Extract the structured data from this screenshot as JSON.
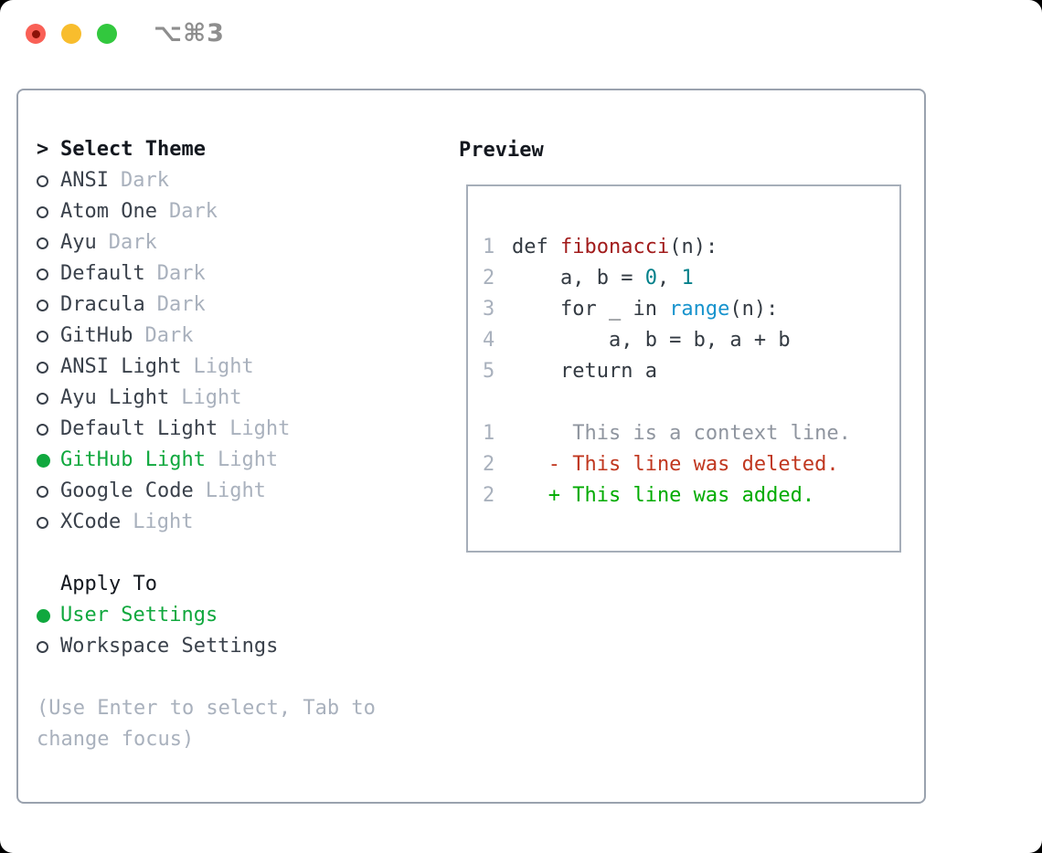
{
  "window": {
    "title": "⌥⌘3",
    "traffic_lights": [
      "close",
      "minimize",
      "zoom"
    ]
  },
  "left_panel": {
    "header_prefix": ">",
    "header": "Select Theme",
    "themes": [
      {
        "name": "ANSI",
        "variant": "Dark",
        "selected": false
      },
      {
        "name": "Atom One",
        "variant": "Dark",
        "selected": false
      },
      {
        "name": "Ayu",
        "variant": "Dark",
        "selected": false
      },
      {
        "name": "Default",
        "variant": "Dark",
        "selected": false
      },
      {
        "name": "Dracula",
        "variant": "Dark",
        "selected": false
      },
      {
        "name": "GitHub",
        "variant": "Dark",
        "selected": false
      },
      {
        "name": "ANSI Light",
        "variant": "Light",
        "selected": false
      },
      {
        "name": "Ayu Light",
        "variant": "Light",
        "selected": false
      },
      {
        "name": "Default Light",
        "variant": "Light",
        "selected": false
      },
      {
        "name": "GitHub Light",
        "variant": "Light",
        "selected": true
      },
      {
        "name": "Google Code",
        "variant": "Light",
        "selected": false
      },
      {
        "name": "XCode",
        "variant": "Light",
        "selected": false
      }
    ],
    "apply_to": {
      "header": "Apply To",
      "options": [
        {
          "name": "User Settings",
          "selected": true
        },
        {
          "name": "Workspace Settings",
          "selected": false
        }
      ]
    },
    "hint_lines": [
      "(Use Enter to select, Tab to",
      "change focus)"
    ]
  },
  "preview": {
    "header": "Preview",
    "code_lines": [
      {
        "num": "1",
        "tokens": [
          {
            "t": "def ",
            "c": "kw"
          },
          {
            "t": "fibonacci",
            "c": "fn"
          },
          {
            "t": "(n):",
            "c": "code"
          }
        ]
      },
      {
        "num": "2",
        "tokens": [
          {
            "t": "    a, b = ",
            "c": "code"
          },
          {
            "t": "0",
            "c": "num"
          },
          {
            "t": ", ",
            "c": "code"
          },
          {
            "t": "1",
            "c": "num"
          }
        ]
      },
      {
        "num": "3",
        "tokens": [
          {
            "t": "    for _ in ",
            "c": "code"
          },
          {
            "t": "range",
            "c": "bi"
          },
          {
            "t": "(n):",
            "c": "code"
          }
        ]
      },
      {
        "num": "4",
        "tokens": [
          {
            "t": "        a, b = b, a + b",
            "c": "code"
          }
        ]
      },
      {
        "num": "5",
        "tokens": [
          {
            "t": "    return a",
            "c": "code"
          }
        ]
      },
      {
        "num": "",
        "tokens": []
      },
      {
        "num": "1",
        "tokens": [
          {
            "t": "     This is a context line.",
            "c": "ctx"
          }
        ]
      },
      {
        "num": "2",
        "tokens": [
          {
            "t": "   - This line was deleted.",
            "c": "del"
          }
        ]
      },
      {
        "num": "2",
        "tokens": [
          {
            "t": "   + This line was added.",
            "c": "add"
          }
        ]
      }
    ]
  },
  "colors": {
    "accent_green": "#10a83e",
    "muted_gray": "#a9b1bd",
    "item_ink": "#3a414b",
    "panel_border": "#9aa2ae",
    "traffic_red": "#f96056",
    "traffic_yellow": "#f8bd2d",
    "traffic_green": "#32c83e",
    "function_red": "#a11b1b",
    "number_teal": "#00808a",
    "builtin_blue": "#1793cd",
    "context_gray": "#8f959f",
    "deleted_red": "#c0371f",
    "added_green": "#00ab00"
  }
}
